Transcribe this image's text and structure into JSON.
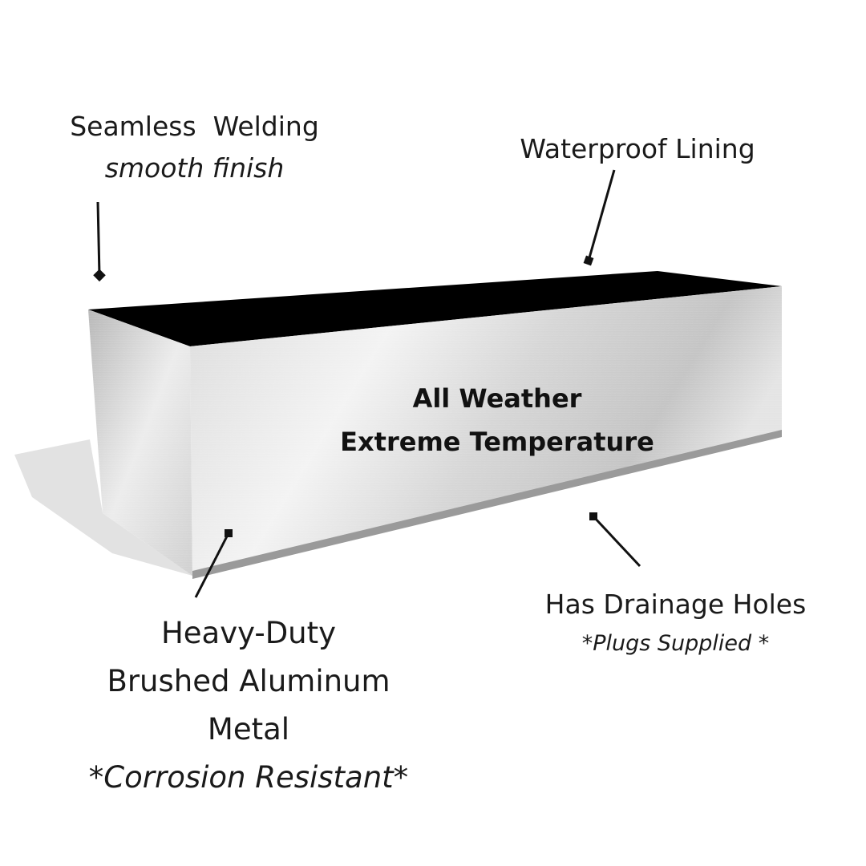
{
  "callouts": {
    "welding": {
      "title": "Seamless  Welding",
      "subtitle": "smooth finish"
    },
    "lining": {
      "title": "Waterproof Lining"
    },
    "drainage": {
      "title": "Has Drainage Holes",
      "subtitle": "*Plugs Supplied *"
    },
    "material": {
      "line1": "Heavy-Duty",
      "line2": "Brushed Aluminum",
      "line3": "Metal",
      "subtitle": "*Corrosion Resistant*"
    }
  },
  "planter_face": {
    "line1": "All Weather",
    "line2": "Extreme Temperature"
  },
  "colors": {
    "lining": "#000000",
    "metal_light": "#f2f2f2",
    "metal_mid": "#c9c9c9",
    "shadow": "#e3e3e3",
    "text": "#1a1a1a"
  }
}
